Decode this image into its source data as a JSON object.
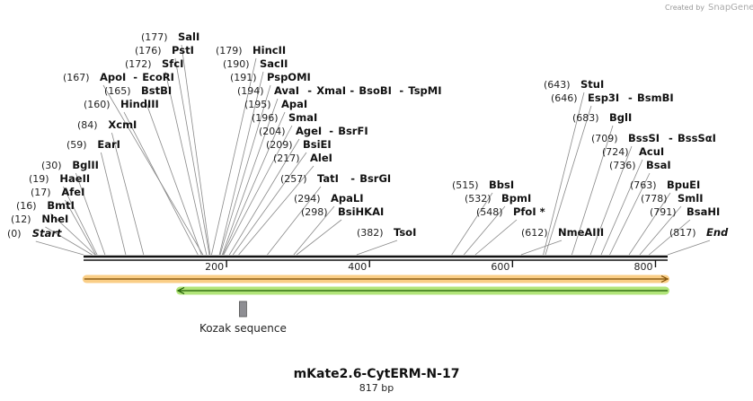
{
  "credit": {
    "prefix": "Created by",
    "brand": "SnapGene"
  },
  "construct": {
    "name": "mKate2.6-CytERM-N-17",
    "length_label": "817 bp",
    "length": 817
  },
  "ticks": [
    {
      "pos": 200,
      "label": "200"
    },
    {
      "pos": 400,
      "label": "400"
    },
    {
      "pos": 600,
      "label": "600"
    },
    {
      "pos": 800,
      "label": "800"
    }
  ],
  "features": [
    {
      "label": "",
      "start": 1,
      "end": 817,
      "direction": "forward",
      "color": "#f5a623"
    },
    {
      "label": "",
      "start": 132,
      "end": 817,
      "direction": "reverse",
      "color": "#7ed321"
    },
    {
      "label": "Kozak sequence",
      "start": 218,
      "end": 228,
      "direction": "none",
      "color": "#8e8e93"
    }
  ],
  "sites": [
    {
      "names": [
        "Start"
      ],
      "pos_label": "(0)",
      "pos": 0,
      "italic": true
    },
    {
      "names": [
        "NheI"
      ],
      "pos_label": "(12)",
      "pos": 12
    },
    {
      "names": [
        "BmtI"
      ],
      "pos_label": "(16)",
      "pos": 16
    },
    {
      "names": [
        "AfeI"
      ],
      "pos_label": "(17)",
      "pos": 17
    },
    {
      "names": [
        "HaeII"
      ],
      "pos_label": "(19)",
      "pos": 19
    },
    {
      "names": [
        "BglII"
      ],
      "pos_label": "(30)",
      "pos": 30
    },
    {
      "names": [
        "EarI"
      ],
      "pos_label": "(59)",
      "pos": 59
    },
    {
      "names": [
        "XcmI"
      ],
      "pos_label": "(84)",
      "pos": 84
    },
    {
      "names": [
        "HindIII"
      ],
      "pos_label": "(160)",
      "pos": 160
    },
    {
      "names": [
        "BstBI"
      ],
      "pos_label": "(165)",
      "pos": 165
    },
    {
      "names": [
        "ApoI",
        "EcoRI"
      ],
      "pos_label": "(167)",
      "pos": 167
    },
    {
      "names": [
        "SfcI"
      ],
      "pos_label": "(172)",
      "pos": 172
    },
    {
      "names": [
        "PstI"
      ],
      "pos_label": "(176)",
      "pos": 176
    },
    {
      "names": [
        "SalI"
      ],
      "pos_label": "(177)",
      "pos": 177
    },
    {
      "names": [
        "HincII"
      ],
      "pos_label": "(179)",
      "pos": 179
    },
    {
      "names": [
        "SacII"
      ],
      "pos_label": "(190)",
      "pos": 190
    },
    {
      "names": [
        "PspOMI"
      ],
      "pos_label": "(191)",
      "pos": 191
    },
    {
      "names": [
        "AvaI",
        "XmaI",
        "BsoBI",
        "TspMI"
      ],
      "pos_label": "(194)",
      "pos": 194
    },
    {
      "names": [
        "ApaI"
      ],
      "pos_label": "(195)",
      "pos": 195
    },
    {
      "names": [
        "SmaI"
      ],
      "pos_label": "(196)",
      "pos": 196
    },
    {
      "names": [
        "AgeI",
        "BsrFI"
      ],
      "pos_label": "(204)",
      "pos": 204
    },
    {
      "names": [
        "BsiEI"
      ],
      "pos_label": "(209)",
      "pos": 209
    },
    {
      "names": [
        "AleI"
      ],
      "pos_label": "(217)",
      "pos": 217
    },
    {
      "names": [
        "TatI",
        "BsrGI"
      ],
      "pos_label": "(257)",
      "pos": 257
    },
    {
      "names": [
        "ApaLI"
      ],
      "pos_label": "(294)",
      "pos": 294
    },
    {
      "names": [
        "BsiHKAI"
      ],
      "pos_label": "(298)",
      "pos": 298
    },
    {
      "names": [
        "TsoI"
      ],
      "pos_label": "(382)",
      "pos": 382
    },
    {
      "names": [
        "BbsI"
      ],
      "pos_label": "(515)",
      "pos": 515
    },
    {
      "names": [
        "BpmI"
      ],
      "pos_label": "(532)",
      "pos": 532
    },
    {
      "names": [
        "PfoI *"
      ],
      "pos_label": "(548)",
      "pos": 548
    },
    {
      "names": [
        "NmeAIII"
      ],
      "pos_label": "(612)",
      "pos": 612
    },
    {
      "names": [
        "StuI"
      ],
      "pos_label": "(643)",
      "pos": 643
    },
    {
      "names": [
        "Esp3I",
        "BsmBI"
      ],
      "pos_label": "(646)",
      "pos": 646
    },
    {
      "names": [
        "BglI"
      ],
      "pos_label": "(683)",
      "pos": 683
    },
    {
      "names": [
        "BssSI",
        "BssSαI"
      ],
      "pos_label": "(709)",
      "pos": 709
    },
    {
      "names": [
        "AcuI"
      ],
      "pos_label": "(724)",
      "pos": 724
    },
    {
      "names": [
        "BsaI"
      ],
      "pos_label": "(736)",
      "pos": 736
    },
    {
      "names": [
        "BpuEI"
      ],
      "pos_label": "(763)",
      "pos": 763
    },
    {
      "names": [
        "SmlI"
      ],
      "pos_label": "(778)",
      "pos": 778
    },
    {
      "names": [
        "BsaHI"
      ],
      "pos_label": "(791)",
      "pos": 791
    },
    {
      "names": [
        "End"
      ],
      "pos_label": "(817)",
      "pos": 817,
      "italic": true
    }
  ]
}
